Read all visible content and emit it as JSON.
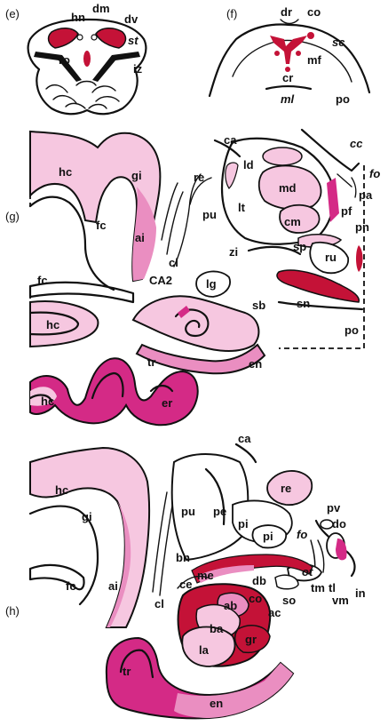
{
  "colors": {
    "light_pink": "#f6c7e0",
    "mid_pink": "#ea8ec1",
    "magenta": "#d42a86",
    "dark_red": "#c41237",
    "outline": "#111111"
  },
  "panels": {
    "e": {
      "tag": "(e)",
      "labels": {
        "hn": "hn",
        "dm": "dm",
        "dv": "dv",
        "ro": "ro",
        "st": "st",
        "iz": "iz"
      }
    },
    "f": {
      "tag": "(f)",
      "labels": {
        "dr": "dr",
        "co": "co",
        "sc": "sc",
        "mf": "mf",
        "cr": "cr",
        "ml": "ml",
        "po": "po"
      }
    },
    "g": {
      "tag": "(g)",
      "labels": {
        "hc1": "hc",
        "gi": "gi",
        "ai": "ai",
        "fc1": "fc",
        "fc2": "fc",
        "cl": "cl",
        "pu": "pu",
        "re": "re",
        "ca": "ca",
        "ld": "ld",
        "md": "md",
        "lt": "lt",
        "cm": "cm",
        "pf": "pf",
        "pa": "pa",
        "pn": "pn",
        "fo": "fo",
        "cc": "cc",
        "zi": "zi",
        "sp": "sp",
        "ru": "ru",
        "sn": "sn",
        "po": "po",
        "CA2": "CA2",
        "lg": "lg",
        "sb": "sb",
        "hc2": "hc",
        "hc3": "hc",
        "tr": "tr",
        "en": "en",
        "er": "er"
      }
    },
    "h": {
      "tag": "(h)",
      "labels": {
        "hc": "hc",
        "gi": "gi",
        "ai": "ai",
        "fc": "fc",
        "ca": "ca",
        "re": "re",
        "pv": "pv",
        "do": "do",
        "pu": "pu",
        "pe": "pe",
        "pi1": "pi",
        "pi2": "pi",
        "fo": "fo",
        "ot": "ot",
        "bn": "bn",
        "me": "me",
        "db": "db",
        "ce": "ce",
        "cl": "cl",
        "so": "so",
        "tm": "tm",
        "tl": "tl",
        "vm": "vm",
        "in": "in",
        "ab": "ab",
        "co": "co",
        "ac": "ac",
        "ba": "ba",
        "la": "la",
        "gr": "gr",
        "tr": "tr",
        "en": "en"
      }
    }
  }
}
